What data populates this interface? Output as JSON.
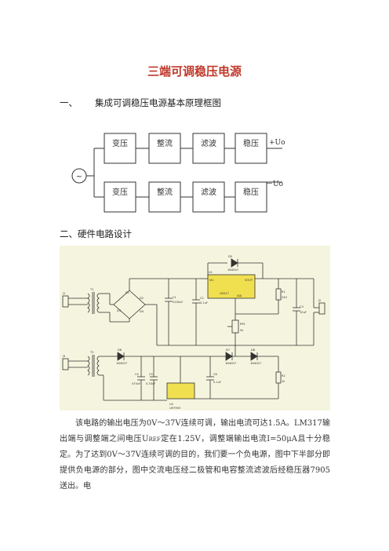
{
  "doc": {
    "title": "三端可调稳压电源",
    "section1": {
      "num": "一、",
      "text": "集成可调稳压电源基本原理框图"
    },
    "section2": {
      "text": "二、硬件电路设计"
    },
    "paragraph": "该电路的输出电压为0V～37V连续可调，输出电流可达1.5A。LM317输出端与调整端之间电压U",
    "paragraph_sub": "REF",
    "paragraph_rest": "定在1.25V，调整端输出电流I=50μA且十分稳定。为了达到0V～37V连续可调的目的，我们要一个负电源，图中下半部分即提供负电源的部分，图中交流电压经二极管和电容整流滤波后经稳压器7905送出。电"
  },
  "block_diagram": {
    "row1": [
      "变压",
      "整流",
      "滤波",
      "稳压"
    ],
    "row2": [
      "变压",
      "整流",
      "滤波",
      "稳压"
    ],
    "out_pos": "+Uo",
    "out_neg": "－Uo",
    "source_symbol": "~"
  },
  "schematic": {
    "labels": {
      "d5": "D5",
      "d5v": "1N4007",
      "u1": "U1",
      "u1a": "Vin",
      "u1b": "VOUT",
      "u1c": "LM317",
      "u1d": "ADJ",
      "r1": "R1",
      "r1v": "240",
      "rp1": "RP1",
      "rp1v": "5k",
      "c1": "C1",
      "c1v": "2200uF",
      "c2": "C2",
      "c2v": "0.1uF",
      "c3": "C3",
      "c3v": "10uF",
      "j1": "J1",
      "j2": "J2",
      "j3": "J3",
      "t1": "T1",
      "t2": "T2",
      "d1": "D1",
      "d2": "D2",
      "d3": "D3",
      "d4": "D4",
      "d6": "D6",
      "d6v": "1N4007",
      "d7": "D7",
      "d8": "D8",
      "d7v": "1N4007",
      "d8v": "1N4007",
      "c4": "C4",
      "c5": "C5",
      "c6": "C6",
      "c4v": "470uF",
      "c5v": "0.33uF",
      "c6v": "0.1uF",
      "u2": "U2",
      "u2v": "LM7905",
      "r2": "R2",
      "r2v": "1k"
    }
  }
}
